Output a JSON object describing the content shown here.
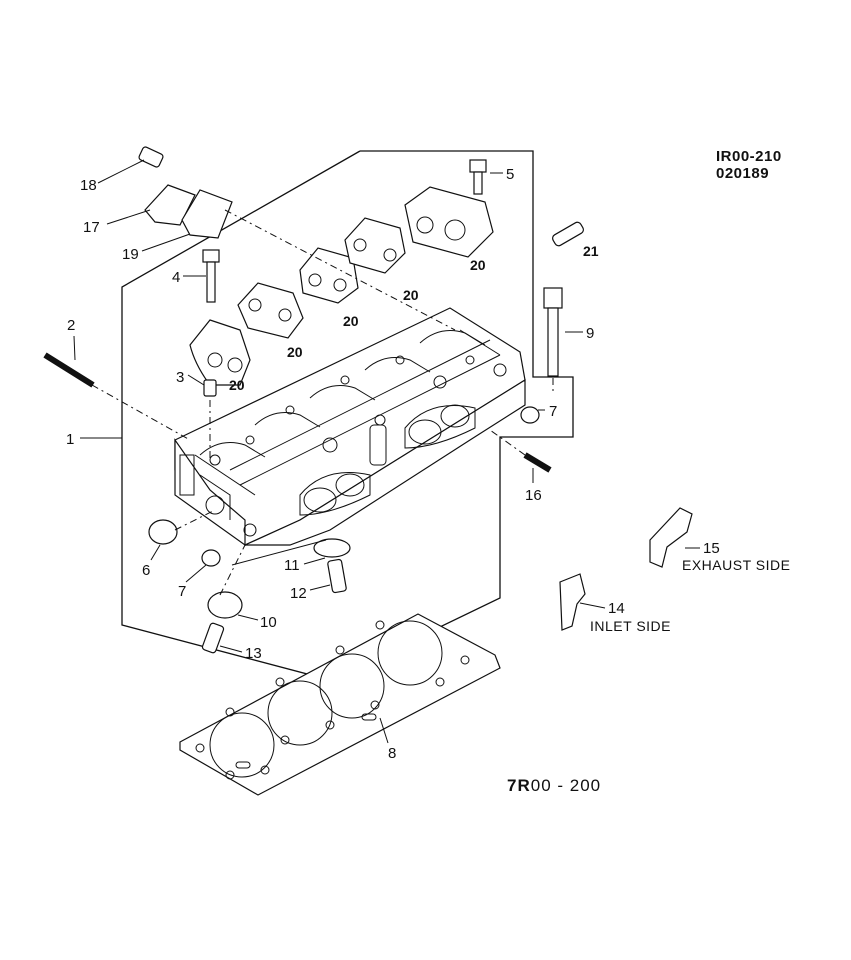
{
  "header": {
    "ref_code": "IR00-210",
    "ref_date": "020189"
  },
  "footer": {
    "code_bold": "7R",
    "code_rest": "00 - 200"
  },
  "callouts": {
    "c1": "1",
    "c2": "2",
    "c3": "3",
    "c4": "4",
    "c5": "5",
    "c6": "6",
    "c7a": "7",
    "c7b": "7",
    "c8": "8",
    "c9": "9",
    "c10": "10",
    "c11": "11",
    "c12": "12",
    "c13": "13",
    "c14": "14",
    "c15": "15",
    "c16": "16",
    "c17": "17",
    "c18": "18",
    "c19": "19",
    "c20a": "20",
    "c20b": "20",
    "c20c": "20",
    "c20d": "20",
    "c20e": "20",
    "c21": "21"
  },
  "notes": {
    "exhaust_side": "EXHAUST SIDE",
    "inlet_side": "INLET SIDE"
  }
}
